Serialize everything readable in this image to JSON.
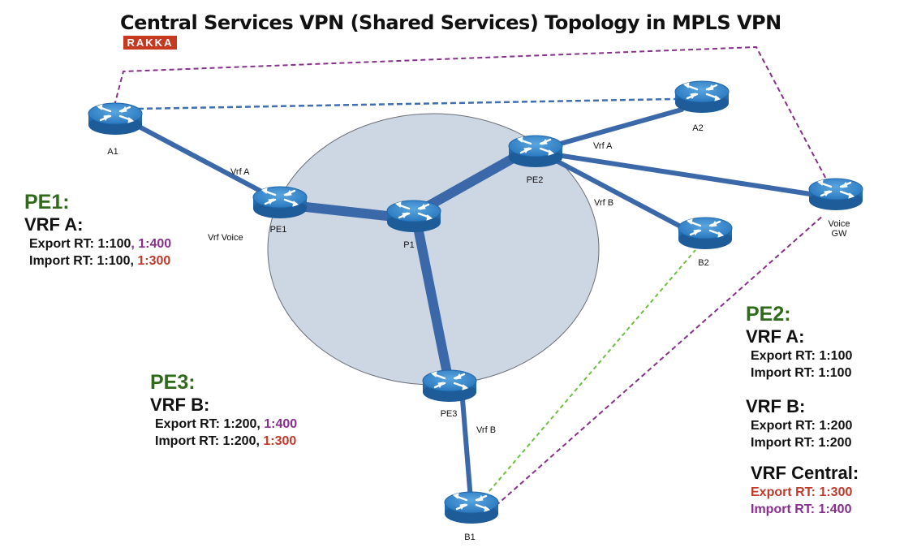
{
  "title": "Central Services VPN (Shared Services) Topology in MPLS VPN",
  "logo_text": "RAKKA",
  "colors": {
    "link": "#3a68a8",
    "cloud_fill": "#cdd6e3",
    "purple_dashed": "#86308c",
    "blue_dashed": "#3f6fb0",
    "green_dashed": "#6cc040",
    "pe_heading": "#2e6a1a",
    "purple_text": "#86308c",
    "red_text": "#c0392b"
  },
  "routers": {
    "a1": "A1",
    "a2": "A2",
    "pe1": "PE1",
    "pe2": "PE2",
    "p1": "P1",
    "b2": "B2",
    "voice_gw_line1": "Voice",
    "voice_gw_line2": "GW",
    "pe3": "PE3",
    "b1": "B1"
  },
  "link_labels": {
    "vrf_a_pe1": "Vrf A",
    "vrf_voice": "Vrf Voice",
    "vrf_a_pe2": "Vrf A",
    "vrf_b_pe2": "Vrf B",
    "vrf_b_pe3": "Vrf B"
  },
  "pe1_panel": {
    "heading": "PE1:",
    "vrf": "VRF A:",
    "export_label": "Export RT: 1:100",
    "export_sep": ", ",
    "export_extra": "1:400",
    "import_label": "Import RT: 1:100",
    "import_sep": ", ",
    "import_extra": "1:300"
  },
  "pe3_panel": {
    "heading": "PE3:",
    "vrf": "VRF B:",
    "export_label": "Export RT: 1:200",
    "export_sep": ", ",
    "export_extra": "1:400",
    "import_label": "Import RT: 1:200",
    "import_sep": ", ",
    "import_extra": "1:300"
  },
  "pe2_panel": {
    "heading": "PE2:",
    "vrf_a": "VRF A:",
    "vrf_a_export": "Export RT: 1:100",
    "vrf_a_import": "Import RT: 1:100",
    "vrf_b": "VRF B:",
    "vrf_b_export": "Export RT: 1:200",
    "vrf_b_import": "Import RT: 1:200",
    "vrf_central": "VRF Central:",
    "vrf_central_export": "Export RT: 1:300",
    "vrf_central_import": "Import RT: 1:400"
  }
}
